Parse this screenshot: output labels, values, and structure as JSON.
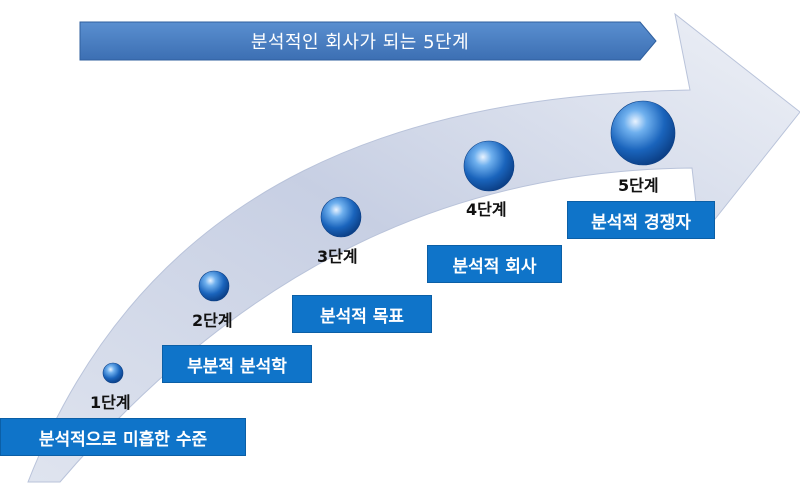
{
  "banner": {
    "title": "분석적인 회사가 되는 5단계"
  },
  "stages": [
    {
      "step": "1단계",
      "name": "분석적으로 미흡한 수준"
    },
    {
      "step": "2단계",
      "name": "부분적 분석학"
    },
    {
      "step": "3단계",
      "name": "분석적 목표"
    },
    {
      "step": "4단계",
      "name": "분석적 회사"
    },
    {
      "step": "5단계",
      "name": "분석적 경쟁자"
    }
  ],
  "colors": {
    "banner": "#4a7fc1",
    "box": "#0f74c9",
    "arrow_light": "#e8ecf5",
    "arrow_dark": "#a8b4d2",
    "sphere": "#1b69c2"
  }
}
